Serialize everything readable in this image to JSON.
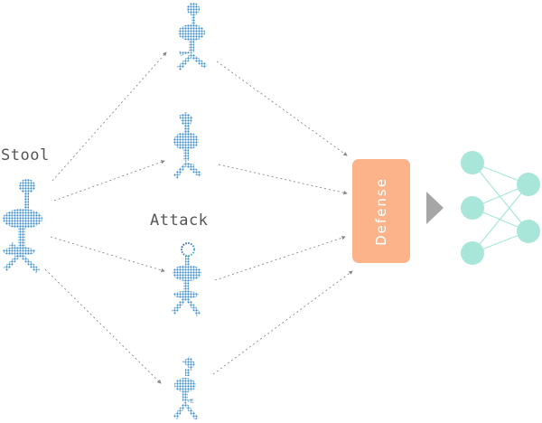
{
  "labels": {
    "stool": "Stool",
    "attack": "Attack",
    "defense": "Defense"
  },
  "colors": {
    "defense_box": "#fdb38a",
    "defense_text": "#ffffff",
    "neural_node": "#a8e6da",
    "neural_edge": "#a8e6da",
    "arrow_head": "#a6a6a6",
    "dotted_arrow": "#8a8a8a",
    "point_cloud_dark": "#1f4fb8",
    "point_cloud_mid": "#3f8fd0",
    "point_cloud_light": "#3fd2b4"
  },
  "icons": [
    "stool-point-cloud-icon",
    "neural-network-icon",
    "triangle-arrow-icon"
  ]
}
